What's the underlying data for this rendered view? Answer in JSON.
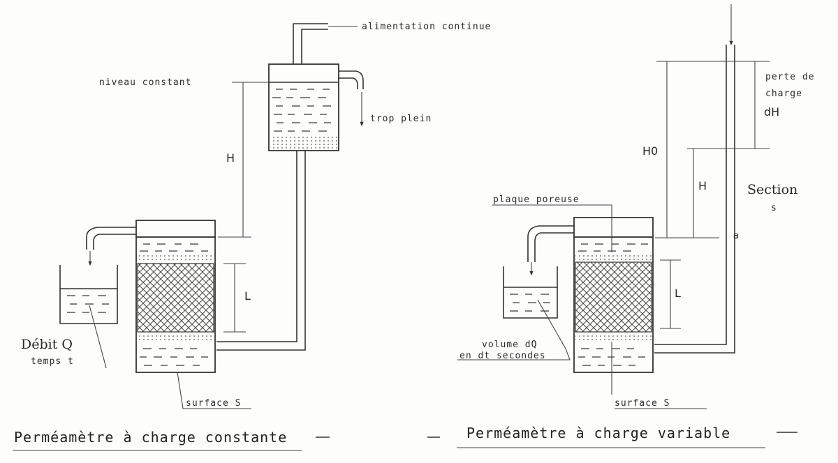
{
  "left": {
    "title": "Perméamètre à charge constante",
    "alimentation": "alimentation continue",
    "niveau": "niveau constant",
    "trop_plein": "trop plein",
    "H": "H",
    "L": "L",
    "debit": "Débit Q",
    "temps": "temps t",
    "surface": "surface S"
  },
  "right": {
    "title": "Perméamètre à charge variable",
    "perte_1": "perte de",
    "perte_2": "charge",
    "dH": "dH",
    "H0": "H0",
    "H": "H",
    "section_1": "Section",
    "section_2": "s",
    "a": "a",
    "plaque": "plaque poreuse",
    "L": "L",
    "volume_1": "volume dQ",
    "volume_2": "en dt secondes",
    "surface": "surface S"
  },
  "colors": {
    "ink": "#333333",
    "paper": "#fdfdfb"
  }
}
